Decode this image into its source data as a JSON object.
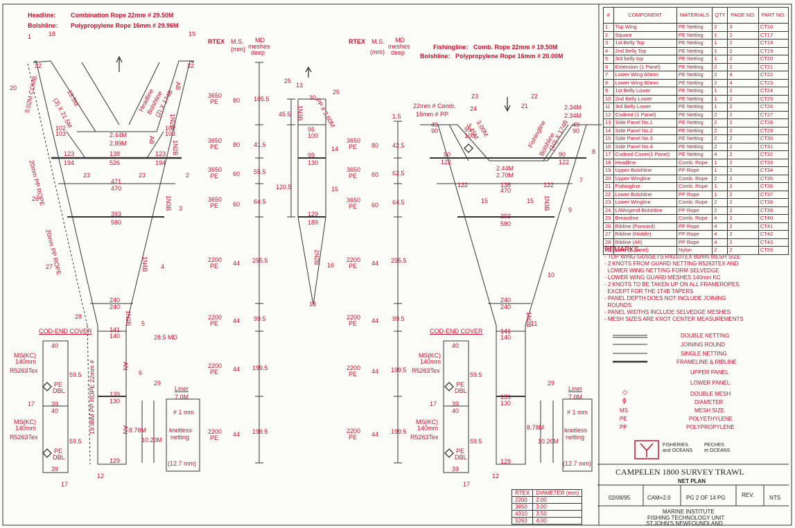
{
  "colors": {
    "ink": "#c8102e",
    "line": "#333333",
    "paper": "#fbfbf8"
  },
  "left_header": {
    "headline_label": "Headline:",
    "headline_value": "Combination Rope 22mm # 29.50M",
    "bolshline_label": "Bolshline:",
    "bolshline_value": "Polypropylene Rope 16mm # 29.96M"
  },
  "right_header": {
    "fishingline_label": "Fishingline:",
    "fishingline_value": "Comb. Rope 22mm # 19.50M",
    "bolshline_label": "Bolshline:",
    "bolshline_value": "Polypropylene Rope 16mm # 20.00M"
  },
  "columns": {
    "rtex": "RTEX",
    "ms": "M.S.",
    "ms_unit": "(mm)",
    "md": "MD",
    "md_sub1": "meshes",
    "md_sub2": "deep"
  },
  "left_scale": [
    {
      "rtex": "3650",
      "mat": "PE",
      "ms": "80",
      "md": "105.5"
    },
    {
      "rtex": "3650",
      "mat": "PE",
      "ms": "80",
      "md": "41.5"
    },
    {
      "rtex": "3650",
      "mat": "PE",
      "ms": "60",
      "md": "55.5"
    },
    {
      "rtex": "3650",
      "mat": "PE",
      "ms": "60",
      "md": "64.5"
    },
    {
      "rtex": "2200",
      "mat": "PE",
      "ms": "44",
      "md": "255.5"
    },
    {
      "rtex": "2200",
      "mat": "PE",
      "ms": "44",
      "md": "99.5"
    },
    {
      "rtex": "2200",
      "mat": "PE",
      "ms": "44",
      "md": "199.5"
    },
    {
      "rtex": "2200",
      "mat": "PE",
      "ms": "44",
      "md": "199.5"
    }
  ],
  "right_scale": [
    {
      "rtex": "3650",
      "mat": "PE",
      "ms": "80",
      "md": "1.5"
    },
    {
      "rtex": "3650",
      "mat": "PE",
      "ms": "80",
      "md": "42.5"
    },
    {
      "rtex": "3650",
      "mat": "PE",
      "ms": "60",
      "md": "62.5"
    },
    {
      "rtex": "3650",
      "mat": "PE",
      "ms": "60",
      "md": "64.5"
    },
    {
      "rtex": "2200",
      "mat": "PE",
      "ms": "44",
      "md": "255.5"
    },
    {
      "rtex": "2200",
      "mat": "PE",
      "ms": "44",
      "md": "99.5"
    },
    {
      "rtex": "2200",
      "mat": "PE",
      "ms": "44",
      "md": "199.5"
    },
    {
      "rtex": "2200",
      "mat": "PE",
      "ms": "44",
      "md": "199.5"
    }
  ],
  "upper_panel": {
    "corner_left": "32",
    "corner_right": "32",
    "n1": "1",
    "n18": "18",
    "n19": "19",
    "n20": "20",
    "w102a": "102",
    "w103a": "103",
    "w102b": "102",
    "w103b": "103",
    "top_len": "2.44M",
    "top_len2": "2.89M",
    "w123a": "123",
    "w194a": "194",
    "w138": "138",
    "w526": "526",
    "w123b": "123",
    "w194b": "194",
    "c23a": "23",
    "c23b": "23",
    "w471": "471",
    "w470": "470",
    "w393": "393",
    "w580": "580",
    "w240a": "240",
    "w240b": "240",
    "w141": "141",
    "w140": "140",
    "w139": "139",
    "w130": "130",
    "w129": "129",
    "n2": "2",
    "n3": "3",
    "n4": "4",
    "n5": "5",
    "n6": "6",
    "n12": "12",
    "n26": "26",
    "n27": "27",
    "n28": "28",
    "rope_l1": "(3) X 21.5M",
    "rope_l2": "13.5M",
    "rope_r1": "Headline",
    "rope_r2": "Bolshline",
    "rope_r3": "(2) X 174B",
    "taper_1n2b": "1N2B",
    "taper_1n3b": "1N3B",
    "taper_1n4b": "1N4B",
    "an": "AN",
    "ab": "AB",
    "side_rope_1": "9.02M COMB.",
    "side_rope_2": "20mm PP ROPE",
    "md_label": "28.5 MD",
    "len_878": "8.78M",
    "len_1020": "10.20M"
  },
  "small_panel": {
    "n25a": "25",
    "n13": "13",
    "n25b": "25",
    "v30": "30",
    "v95": "95",
    "v100": "100",
    "v99": "99",
    "v130": "130",
    "v129": "129",
    "v189": "189",
    "v18": "18",
    "n14": "14",
    "n15": "15",
    "n16": "16",
    "d455": "45.5",
    "d1205": "120.5",
    "taper": "1N3B",
    "taper2": "2N2B",
    "r_len": "PP # 3.60M"
  },
  "lower_panel": {
    "rope_a": "22mm # Comb.",
    "rope_b": "16mm # PP",
    "len_a": "2.34M",
    "len_b": "2.34M",
    "n23": "23",
    "n24": "24",
    "n22": "22",
    "n21": "21",
    "n7": "7",
    "n8": "8",
    "n9": "9",
    "n10": "10",
    "n11": "11",
    "v49a": "49",
    "v90a": "90",
    "v49b": "49",
    "v90b": "90",
    "v95": "95",
    "v100": "100",
    "v90c": "90",
    "v122a": "122",
    "v90d": "90",
    "v122b": "122",
    "mid_len": "2.44M",
    "mid_len2": "2.70M",
    "v122c": "122",
    "v138": "138",
    "v470": "470",
    "v122d": "122",
    "c15a": "15",
    "c15b": "15",
    "v393": "393",
    "v580": "580",
    "v240a": "240",
    "v240b": "240",
    "v141": "141",
    "v140": "140",
    "v139": "139",
    "v130": "130",
    "v129": "129",
    "n12": "12",
    "lbl_fishing": "Fishingline",
    "lbl_bolsh": "Bolshline",
    "lbl_10": "(10) X 174B",
    "len_345": "3.45M",
    "len_300": "3.00M",
    "len_878": "8.78M",
    "len_1020": "10.20M",
    "taper": "1N3B",
    "taper2": "1N2B"
  },
  "cod_end_left": {
    "title": "COD-END COVER",
    "v40a": "40",
    "v39a": "39",
    "v40b": "40",
    "v39b": "39",
    "ms_label": "MS(KC)",
    "ms_val": "140mm",
    "tex": "R5263Tex",
    "ms_label2": "MS(KC)",
    "ms_val2": "140mm",
    "tex2": "R5263Tex",
    "d595a": "59.5",
    "d595b": "59.5",
    "pe": "PE",
    "dbl": "DBL",
    "n17a": "17",
    "n17b": "17",
    "side": "19.98M PP ROPE 22mm #"
  },
  "cod_end_right": {
    "title": "COD-END COVER",
    "v40a": "40",
    "v39a": "39",
    "v40b": "40",
    "v39b": "39",
    "ms_label": "MS(KC)",
    "ms_val": "140mm",
    "tex": "R5263Tex",
    "ms_label2": "MS(KC)",
    "ms_val2": "140mm",
    "tex2": "R5263Tex",
    "d595a": "59.5",
    "d595b": "59.5",
    "pe": "PE",
    "dbl": "DBL",
    "n17a": "17",
    "n17b": "17"
  },
  "liner_left": {
    "n29": "29",
    "title": "Liner",
    "len": "7.0M",
    "mesh": "# 1 mm",
    "txt1": "knotless",
    "txt2": "netting",
    "size": "(12.7 mm)"
  },
  "liner_right": {
    "n29": "29",
    "title": "Liner",
    "len": "7.0M",
    "mesh": "# 1 mm",
    "txt1": "knotless",
    "txt2": "netting",
    "size": "(12.7 mm)"
  },
  "parts_table": {
    "headers": [
      "#",
      "COMPONENT",
      "MATERIALS",
      "QTY",
      "PAGE NO.",
      "PART NO."
    ],
    "rows": [
      [
        "1",
        "Top Wing",
        "PE Netting",
        "2",
        "3",
        "CT16"
      ],
      [
        "2",
        "Square",
        "PE Netting",
        "1",
        "2",
        "CT17"
      ],
      [
        "3",
        "1st Belly Top",
        "PE Netting",
        "1",
        "2",
        "CT18"
      ],
      [
        "4",
        "2nd Belly Top",
        "PE Netting",
        "1",
        "2",
        "CT19"
      ],
      [
        "5",
        "3rd belly top",
        "PE Netting",
        "1",
        "2",
        "CT20"
      ],
      [
        "6",
        "Extension (1 Panel)",
        "PE Netting",
        "2",
        "2",
        "CT21"
      ],
      [
        "7",
        "Lower Wing 60mm",
        "PE Netting",
        "2",
        "4",
        "CT22"
      ],
      [
        "8",
        "Lower Wing 80mm",
        "PE Netting",
        "2",
        "4",
        "CT23"
      ],
      [
        "9",
        "1st Belly Lower",
        "PE Netting",
        "1",
        "2",
        "CT24"
      ],
      [
        "10",
        "2nd Belly Lower",
        "PE Netting",
        "1",
        "2",
        "CT25"
      ],
      [
        "11",
        "3rd Belly Lower",
        "PE Netting",
        "1",
        "2",
        "CT26"
      ],
      [
        "12",
        "Codend (1 Panel)",
        "PE Netting",
        "2",
        "2",
        "CT27"
      ],
      [
        "13",
        "Side Panel No.1",
        "PE Netting",
        "2",
        "2",
        "CT28"
      ],
      [
        "14",
        "Side Panel No.2",
        "PE Netting",
        "2",
        "2",
        "CT29"
      ],
      [
        "15",
        "Side Panel No.3",
        "PE Netting",
        "2",
        "2",
        "CT30"
      ],
      [
        "16",
        "Side Panel No.4",
        "PE Netting",
        "2",
        "2",
        "CT31"
      ],
      [
        "17",
        "Codend Cover(1 Panel)",
        "PE Netting",
        "4",
        "2",
        "CT32"
      ],
      [
        "18",
        "Headline",
        "Comb. Rope",
        "1",
        "2",
        "CT33"
      ],
      [
        "19",
        "Upper Bolshline",
        "PP Rope",
        "1",
        "2",
        "CT34"
      ],
      [
        "20",
        "Upper Wingline",
        "Comb. Rope",
        "2",
        "2",
        "CT35"
      ],
      [
        "21",
        "Fishingline",
        "Comb. Rope",
        "1",
        "2",
        "CT36"
      ],
      [
        "22",
        "Lower Bolshline",
        "PP Rope",
        "1",
        "2",
        "CT37"
      ],
      [
        "23",
        "Lower Wingline",
        "Comb. Rope",
        "2",
        "2",
        "CT38"
      ],
      [
        "24",
        "L/Wingend Bolshline",
        "PP Rope",
        "2",
        "2",
        "CT39"
      ],
      [
        "25",
        "Breastline",
        "Comb. Rope",
        "4",
        "2",
        "CT40"
      ],
      [
        "26",
        "Ribline (Forward)",
        "PP Rope",
        "4",
        "2",
        "CT41"
      ],
      [
        "27",
        "Ribline (Middle)",
        "PP Rope",
        "4",
        "2",
        "CT42"
      ],
      [
        "28",
        "Ribline (Aft)",
        "PP Rope",
        "4",
        "2",
        "CT43"
      ],
      [
        "29",
        "Liner (1 panel)",
        "Nylon",
        "2",
        "2",
        "CT55"
      ]
    ]
  },
  "remarks": {
    "title": "REMARKS",
    "items": [
      "- TOP WING GUSSETS R4310TEX 80mm MESH SIZE",
      "- 2 KNOTS FROM GUARD NETTING R5263TEX AND",
      "  LOWER WING NETTING FORM SELVEDGE",
      "- LOWER WING GUARD MESHES 140mm KC",
      "- 2 KNOTS TO BE TAKEN UP ON ALL FRAMEROPES",
      "  EXCEPT FOR THE 1T4B TAPERS",
      "- PANEL DEPTH DOES NOT INCLUDE JOINING",
      "  ROUNDS",
      "- PANEL WIDTHS INCLUDE SELVEDGE MESHES",
      "- MESH SIZES ARE KNOT CENTER MEASUREMENTS"
    ]
  },
  "legend": {
    "double": "DOUBLE NETTING",
    "joining": "JOINING ROUND",
    "single": "SINGLE NETTING",
    "frame": "FRAMELINE & RIBLINE",
    "upper": "UPPER PANEL",
    "lower": "LOWER PANEL",
    "sym_dm": "◇",
    "dm": "DOUBLE MESH",
    "sym_dia": "ϕ",
    "dia": "DIAMETER",
    "sym_ms": "MS",
    "ms": "MESH SIZE",
    "sym_pe": "PE",
    "pe": "POLYETHYLENE",
    "sym_pp": "PP",
    "pp": "POLYPROPYLENE"
  },
  "title_block": {
    "agency_en1": "FISHERIES",
    "agency_en2": "and OCEANS",
    "agency_fr1": "PECHES",
    "agency_fr2": "et OCEANS",
    "title": "CAMPELEN 1800 SURVEY TRAWL",
    "subtitle": "NET PLAN",
    "date": "02/08/95",
    "dwg": "CAM=2.0",
    "page": "PG 2 OF 14 PG",
    "rev": "REV.",
    "scale": "NTS",
    "org1": "MARINE INSTITUTE",
    "org2": "FISHING TECHNOLOGY UNIT",
    "org3": "ST.JOHN'S NEWFOUNDLAND"
  },
  "rtex_table": {
    "headers": [
      "RTEX",
      "DIAMETER (mm)"
    ],
    "rows": [
      [
        "2200",
        "2.00"
      ],
      [
        "3650",
        "3.00"
      ],
      [
        "4310",
        "3.50"
      ],
      [
        "5263",
        "4.00"
      ]
    ]
  }
}
